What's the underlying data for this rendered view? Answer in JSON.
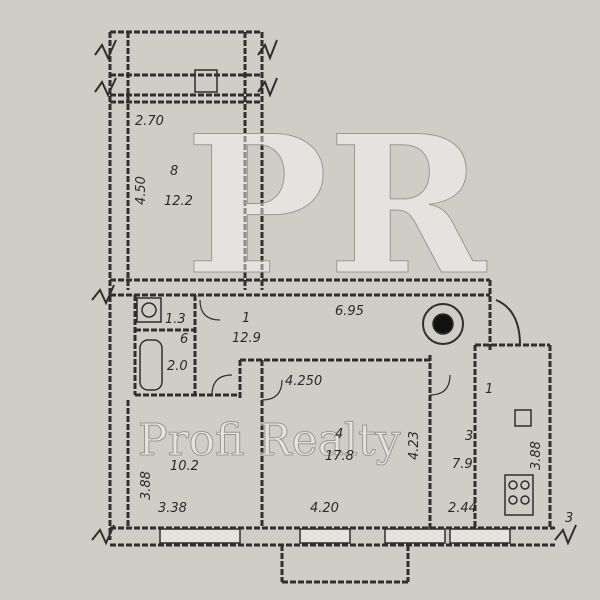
{
  "watermark": {
    "logo_letters": "PR",
    "brand_text": "Profi Realty"
  },
  "rooms": {
    "balcony_width": "2.70",
    "balcony_length": "4.50",
    "balcony_number": "8",
    "balcony_area": "12.2",
    "hall_number": "1",
    "hall_area": "12.9",
    "hall_length": "6.95",
    "bath_number": "6",
    "bath_area": "2.0",
    "wc_area": "1.3",
    "pantry_area": "1",
    "room_left_area": "10.2",
    "room_left_height": "3.88",
    "room_left_width": "3.38",
    "room_mid_number": "4",
    "room_mid_area": "17.8",
    "room_mid_dim_top": "4.250",
    "room_mid_dim_side": "4.23",
    "room_mid_width": "4.20",
    "kitchen_number": "3",
    "kitchen_area": "7.9",
    "kitchen_length": "3.88",
    "kitchen_width": "2.44",
    "break_mark": "3"
  },
  "colors": {
    "paper": "#cfcdc6",
    "line": "#2f2f2f"
  }
}
